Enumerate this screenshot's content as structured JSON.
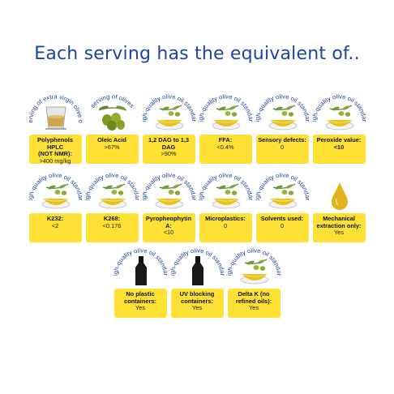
{
  "title": "Each serving has the equivalent of..",
  "rows": [
    [
      {
        "arc": "serving of extra virgin olive oil",
        "icon": "polyphenol-glass-icon",
        "lines": [
          "Polyphenols HPLC",
          "(NOT NMR):"
        ],
        "value": ">400 mg/kg"
      },
      {
        "arc": "serving of olives",
        "icon": "olives-icon",
        "lines": [
          "Oleic Acid"
        ],
        "value": ">67%"
      },
      {
        "arc": "high-quality olive oil standard",
        "icon": "olive-oil-bowl-icon",
        "lines": [
          "1,2 DAG to 1,3 DAG"
        ],
        "value": ">90%"
      },
      {
        "arc": "high-quality olive oil standard",
        "icon": "olive-oil-bowl-icon",
        "lines": [
          "FFA:"
        ],
        "value": "<0.4%"
      },
      {
        "arc": "high-quality olive oil standard",
        "icon": "olive-oil-bowl-icon",
        "lines": [
          "Sensory defects:"
        ],
        "value": "0"
      },
      {
        "arc": "high-quality olive oil standard",
        "icon": "olive-oil-bowl-icon",
        "lines": [
          "Peroxide value:"
        ],
        "value": "<10",
        "bold_value": true
      }
    ],
    [
      {
        "arc": "high-quality olive oil standard",
        "icon": "olive-oil-bowl-icon",
        "lines": [
          "K232:"
        ],
        "value": "<2"
      },
      {
        "arc": "high-quality olive oil standard",
        "icon": "olive-oil-bowl-icon",
        "lines": [
          "K268:"
        ],
        "value": "<0.176"
      },
      {
        "arc": "high-quality olive oil standard",
        "icon": "olive-oil-bowl-icon",
        "lines": [
          "Pyropheophytin A:"
        ],
        "value": "<10"
      },
      {
        "arc": "high-quality olive oil standard",
        "icon": "olive-oil-bowl-icon",
        "lines": [
          "Microplastics:"
        ],
        "value": "0"
      },
      {
        "arc": "high-quality olive oil standard",
        "icon": "olive-oil-bowl-icon",
        "lines": [
          "Solvents used:"
        ],
        "value": "0"
      },
      {
        "arc": "",
        "icon": "oil-drop-icon",
        "lines": [
          "Mechanical",
          "extraction only:"
        ],
        "value": "Yes"
      }
    ],
    [
      {
        "arc": "high-quality olive oil standard",
        "icon": "dark-bottle-icon",
        "lines": [
          "No plastic",
          "containers:"
        ],
        "value": "Yes"
      },
      {
        "arc": "high-quality olive oil standard",
        "icon": "dark-bottle-icon",
        "lines": [
          "UV blocking",
          "containers:"
        ],
        "value": "Yes"
      },
      {
        "arc": "high-quality olive oil standard",
        "icon": "olive-oil-bowl-icon",
        "lines": [
          "Delta K (no",
          "refined oils):"
        ],
        "value": "Yes"
      }
    ]
  ],
  "colors": {
    "title": "#1d43a8",
    "label_bg": "#ffe135",
    "oil": "#e8c21a"
  }
}
